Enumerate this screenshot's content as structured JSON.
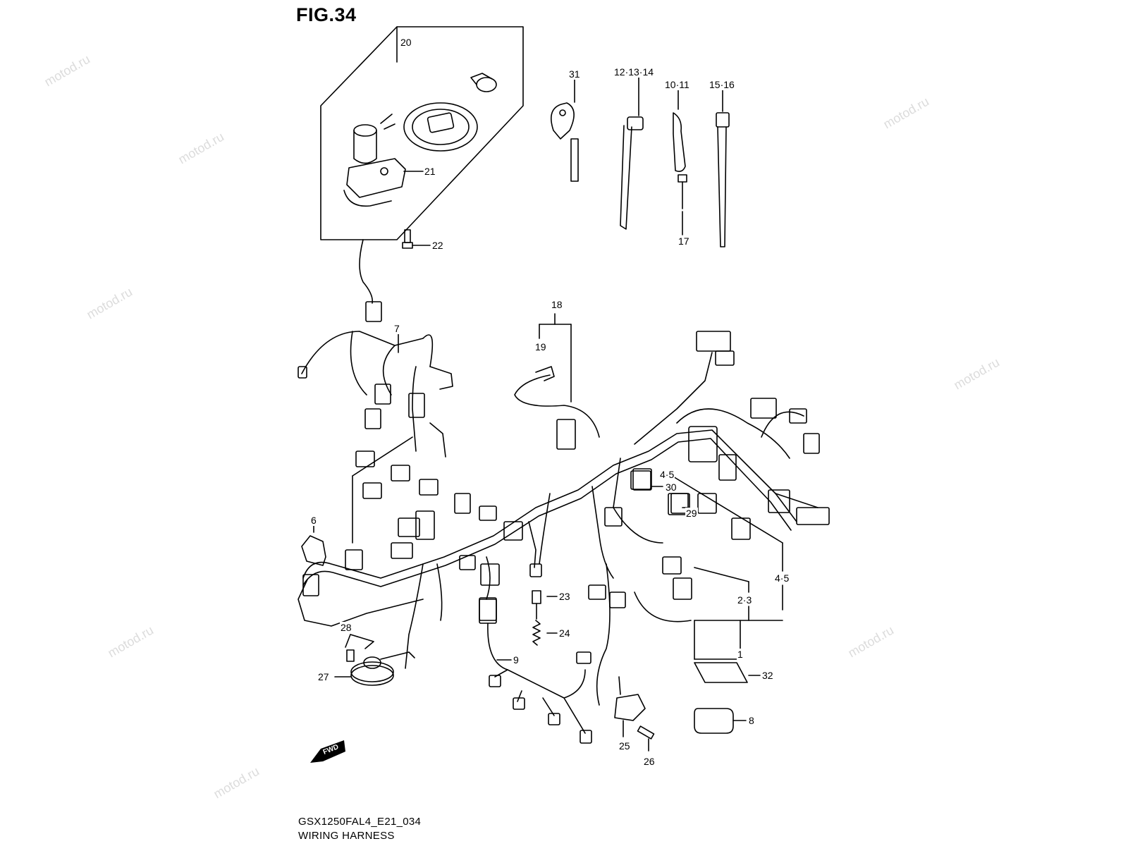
{
  "figure": {
    "title": "FIG.34",
    "model_code": "GSX1250FAL4_E21_034",
    "caption": "WIRING HARNESS",
    "fwd_label": "FWD",
    "watermark": "motod.ru"
  },
  "callouts": [
    {
      "id": "20",
      "label": "20"
    },
    {
      "id": "21",
      "label": "21"
    },
    {
      "id": "22",
      "label": "22"
    },
    {
      "id": "31",
      "label": "31"
    },
    {
      "id": "12-13-14",
      "label": "12·13·14"
    },
    {
      "id": "10-11",
      "label": "10·11"
    },
    {
      "id": "15-16",
      "label": "15·16"
    },
    {
      "id": "17",
      "label": "17"
    },
    {
      "id": "18",
      "label": "18"
    },
    {
      "id": "19",
      "label": "19"
    },
    {
      "id": "7",
      "label": "7"
    },
    {
      "id": "6",
      "label": "6"
    },
    {
      "id": "4-5-top",
      "label": "4·5"
    },
    {
      "id": "30",
      "label": "30"
    },
    {
      "id": "29",
      "label": "29"
    },
    {
      "id": "4-5-right",
      "label": "4·5"
    },
    {
      "id": "2-3",
      "label": "2·3"
    },
    {
      "id": "1",
      "label": "1"
    },
    {
      "id": "32",
      "label": "32"
    },
    {
      "id": "8",
      "label": "8"
    },
    {
      "id": "23",
      "label": "23"
    },
    {
      "id": "24",
      "label": "24"
    },
    {
      "id": "9",
      "label": "9"
    },
    {
      "id": "25",
      "label": "25"
    },
    {
      "id": "26",
      "label": "26"
    },
    {
      "id": "27",
      "label": "27"
    },
    {
      "id": "28",
      "label": "28"
    }
  ]
}
